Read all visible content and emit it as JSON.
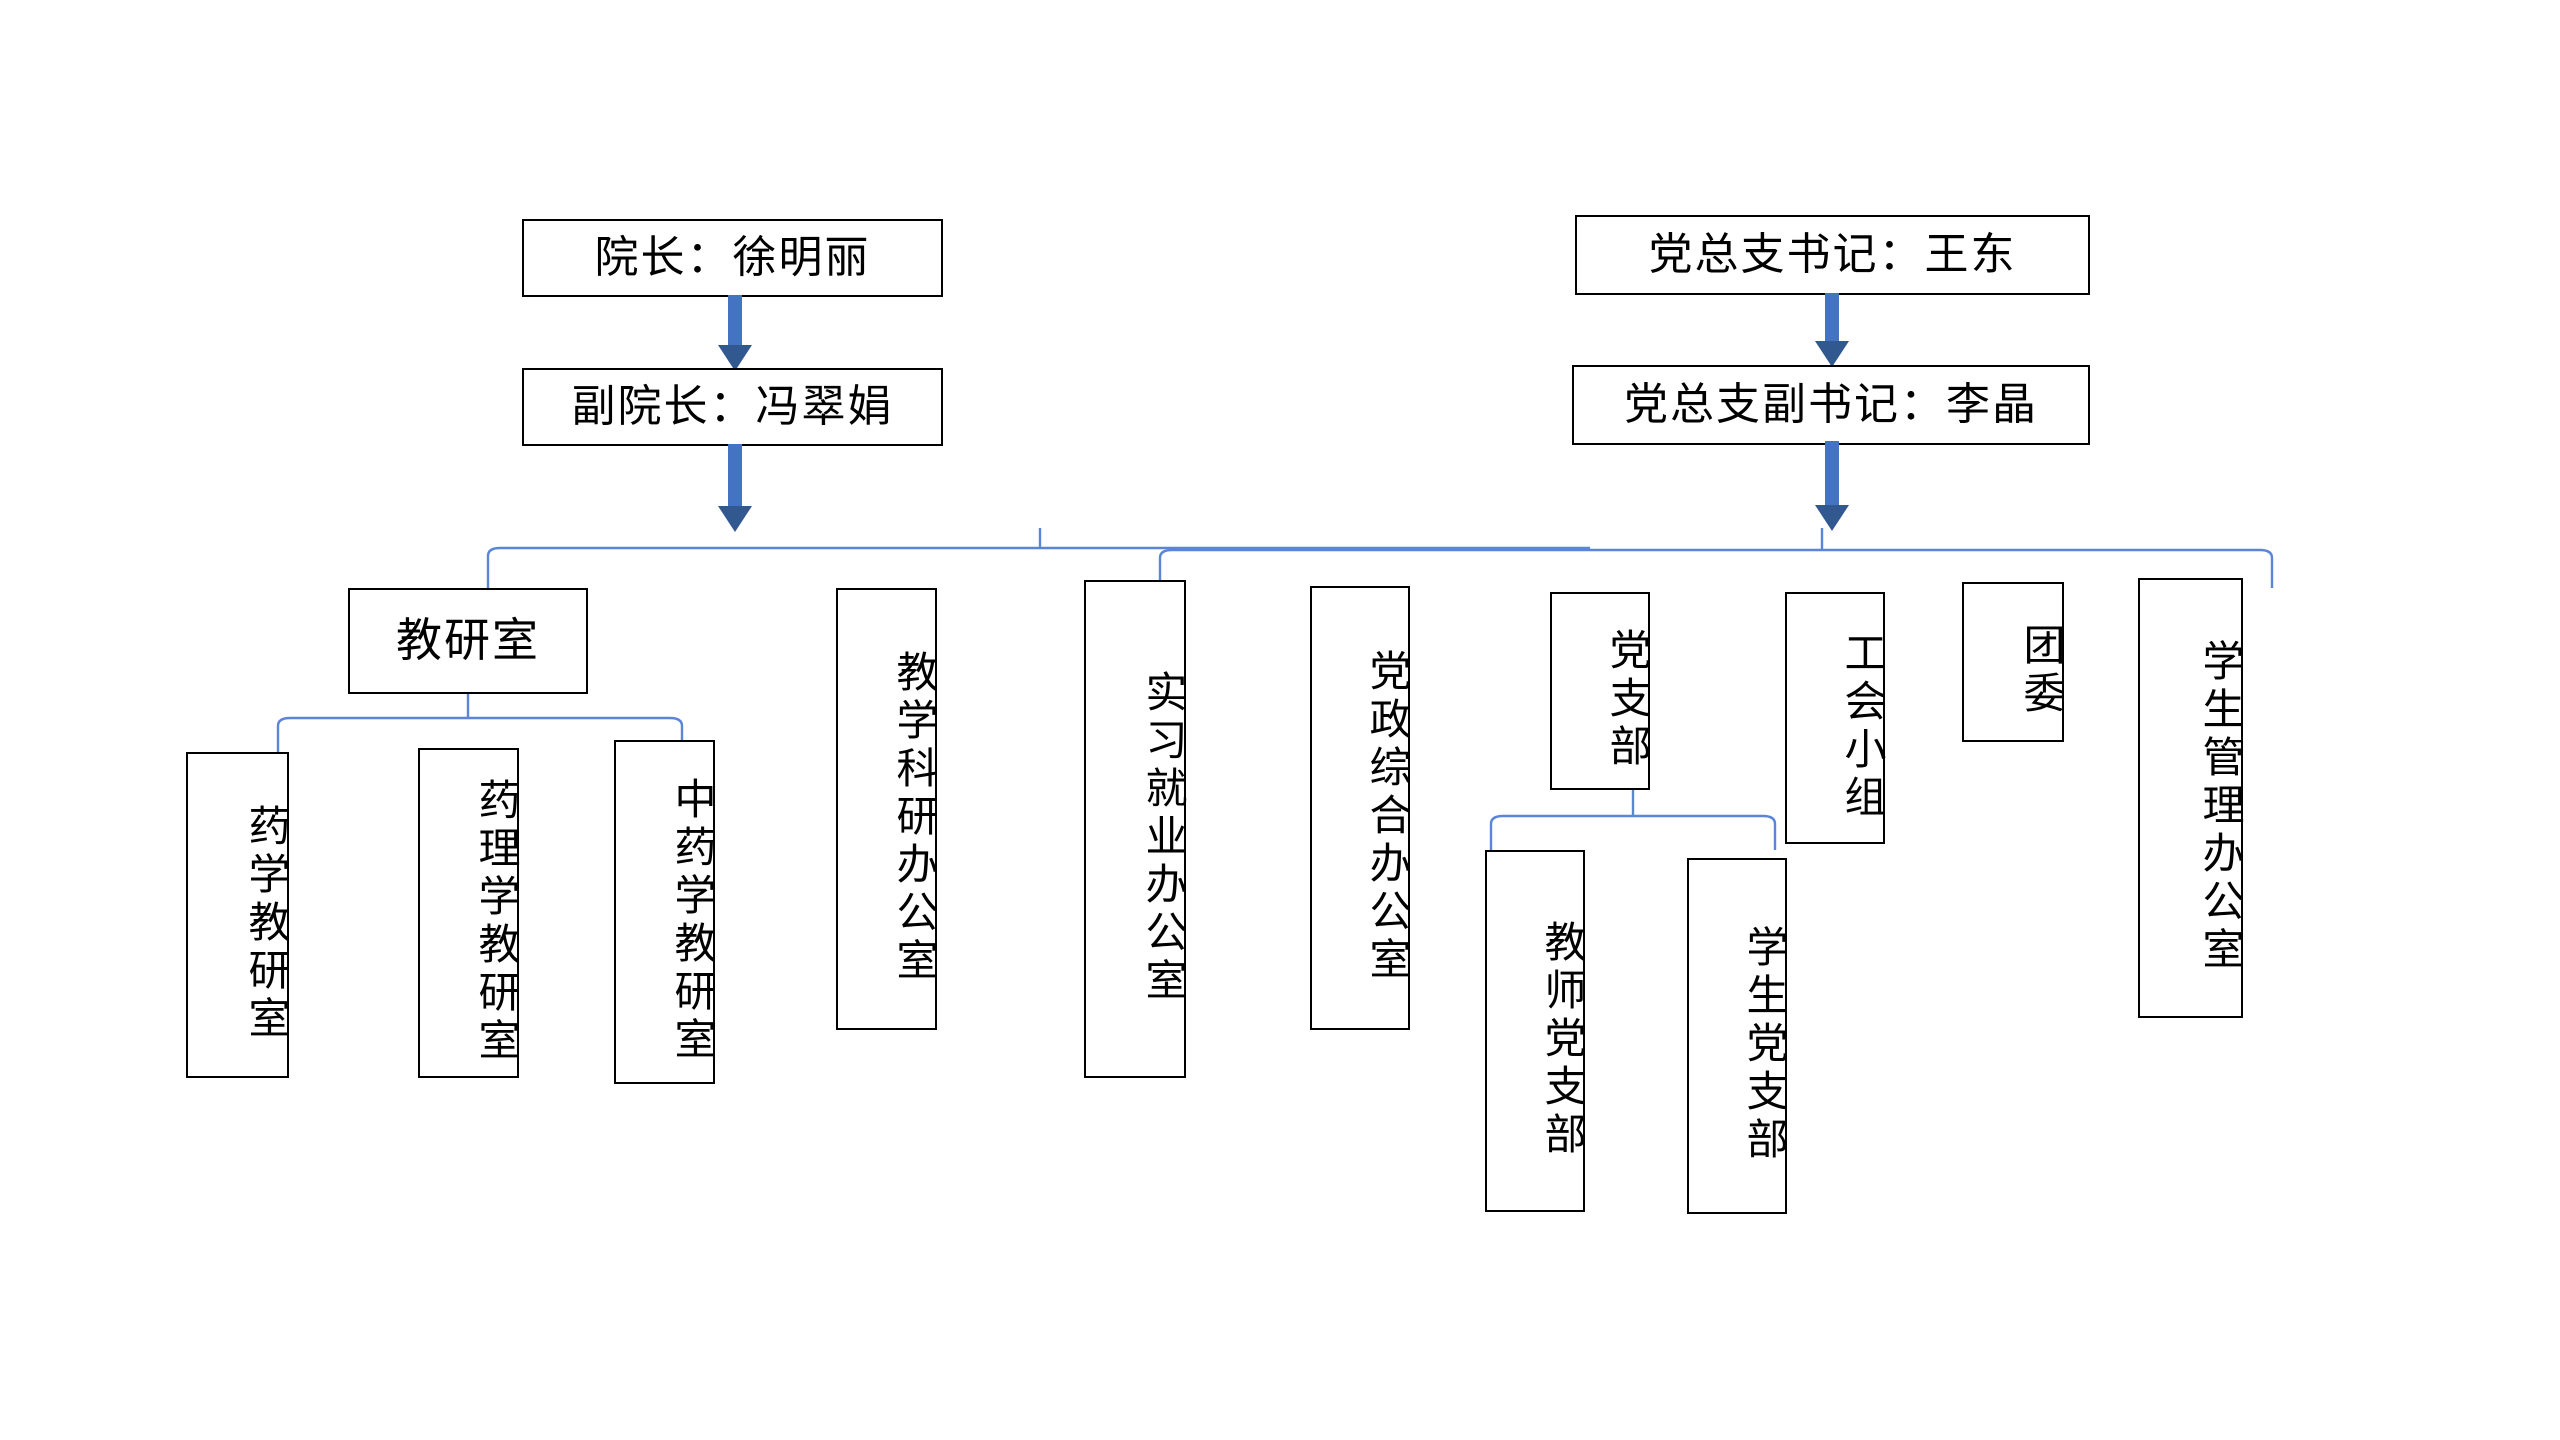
{
  "chart_data": {
    "type": "diagram",
    "title": "",
    "style": {
      "box_border_color": "#000000",
      "box_fill": "#ffffff",
      "arrow_color": "#4573c4",
      "arrow_head_color": "#31588f",
      "connector_color": "#5b86d6",
      "background": "#ffffff"
    }
  },
  "leadership": {
    "academic": {
      "dean": "院长：徐明丽",
      "vice_dean": "副院长：冯翠娟"
    },
    "party": {
      "secretary": "党总支书记：王东",
      "deputy_secretary": "党总支副书记：李晶"
    }
  },
  "departments": {
    "teaching_research_office": "教研室",
    "teaching_research_children": [
      "药学教研室",
      "药理学教研室",
      "中药学教研室"
    ],
    "academic_offices": [
      "教学科研办公室",
      "实习就业办公室"
    ],
    "party_offices": [
      "党政综合办公室"
    ],
    "party_branch": "党支部",
    "party_branch_children": [
      "教师党支部",
      "学生党支部"
    ],
    "other_units": [
      "工会小组",
      "团委",
      "学生管理办公室"
    ]
  }
}
